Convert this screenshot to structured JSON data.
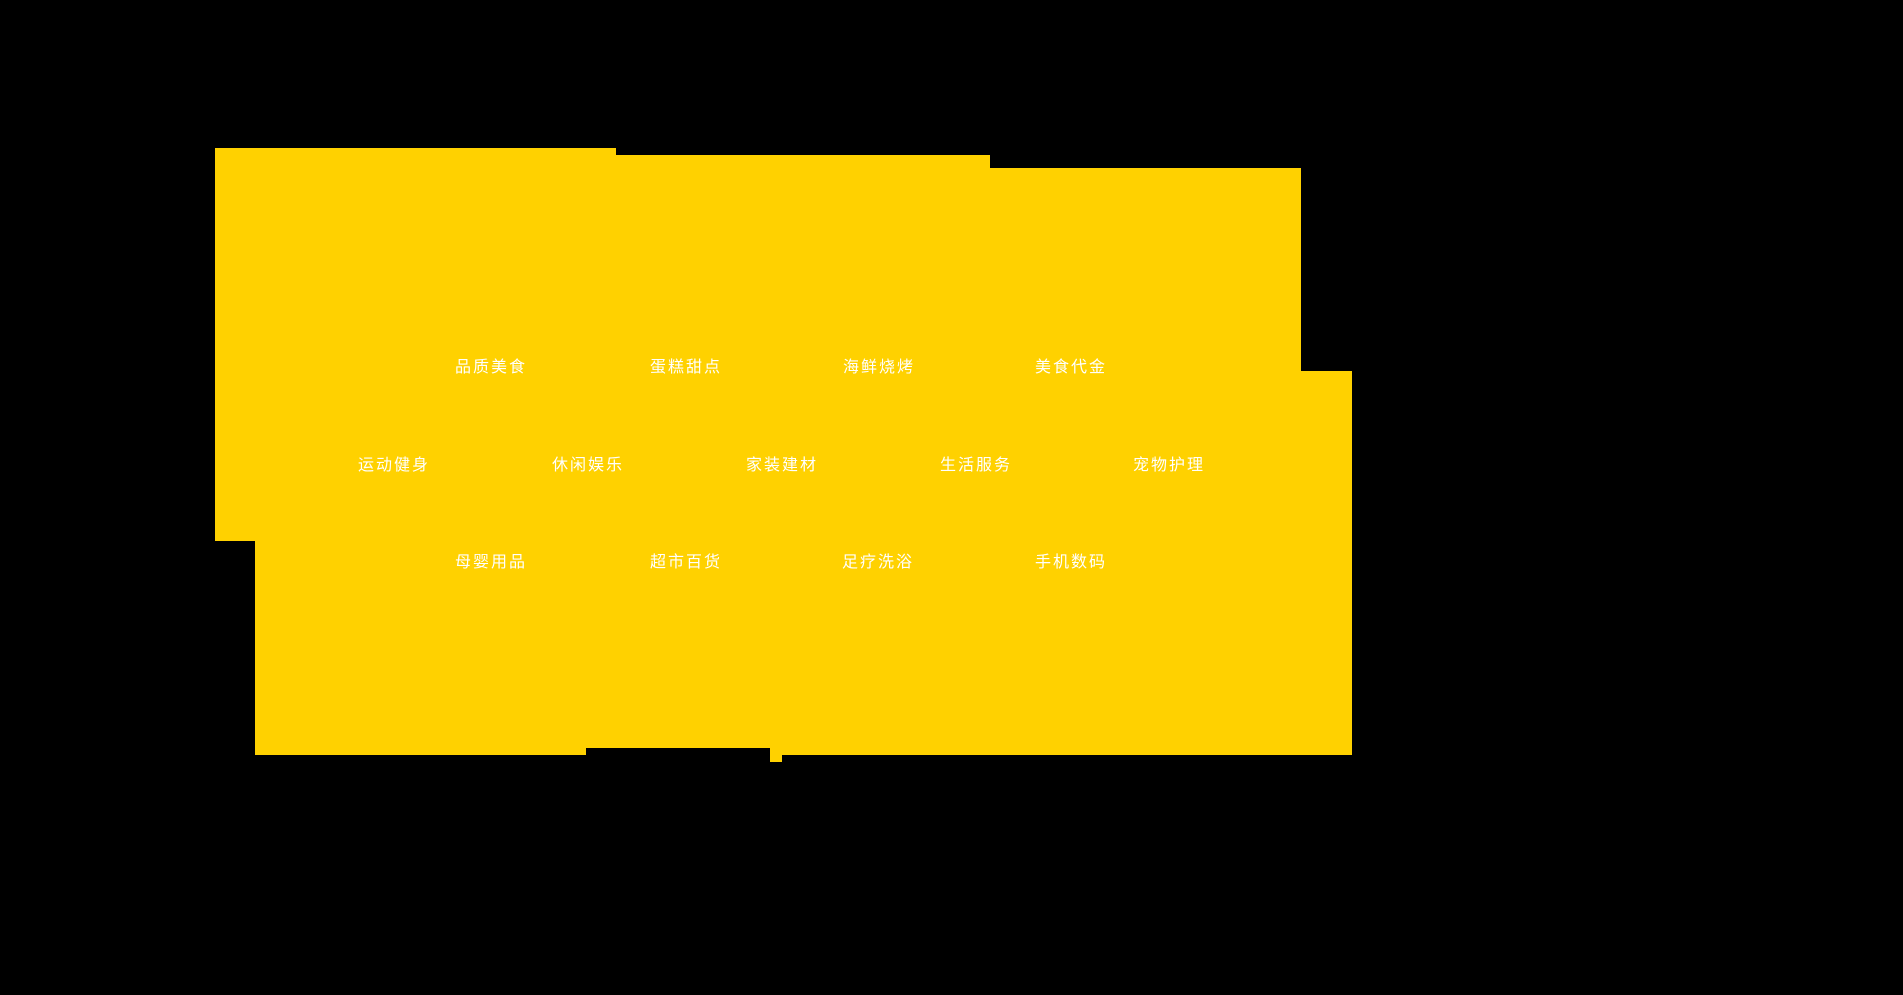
{
  "page": {
    "background_color": "#000000",
    "placeholder_color": "#FFD100"
  },
  "category_grid": {
    "rows": [
      {
        "items": [
          {
            "label": "品质美食"
          },
          {
            "label": "蛋糕甜点"
          },
          {
            "label": "海鲜烧烤"
          },
          {
            "label": "美食代金"
          }
        ]
      },
      {
        "items": [
          {
            "label": "运动健身"
          },
          {
            "label": "休闲娱乐"
          },
          {
            "label": "家装建材"
          },
          {
            "label": "生活服务"
          },
          {
            "label": "宠物护理"
          }
        ]
      },
      {
        "items": [
          {
            "label": "母婴用品"
          },
          {
            "label": "超市百货"
          },
          {
            "label": "足疗洗浴"
          },
          {
            "label": "手机数码"
          }
        ]
      }
    ]
  }
}
